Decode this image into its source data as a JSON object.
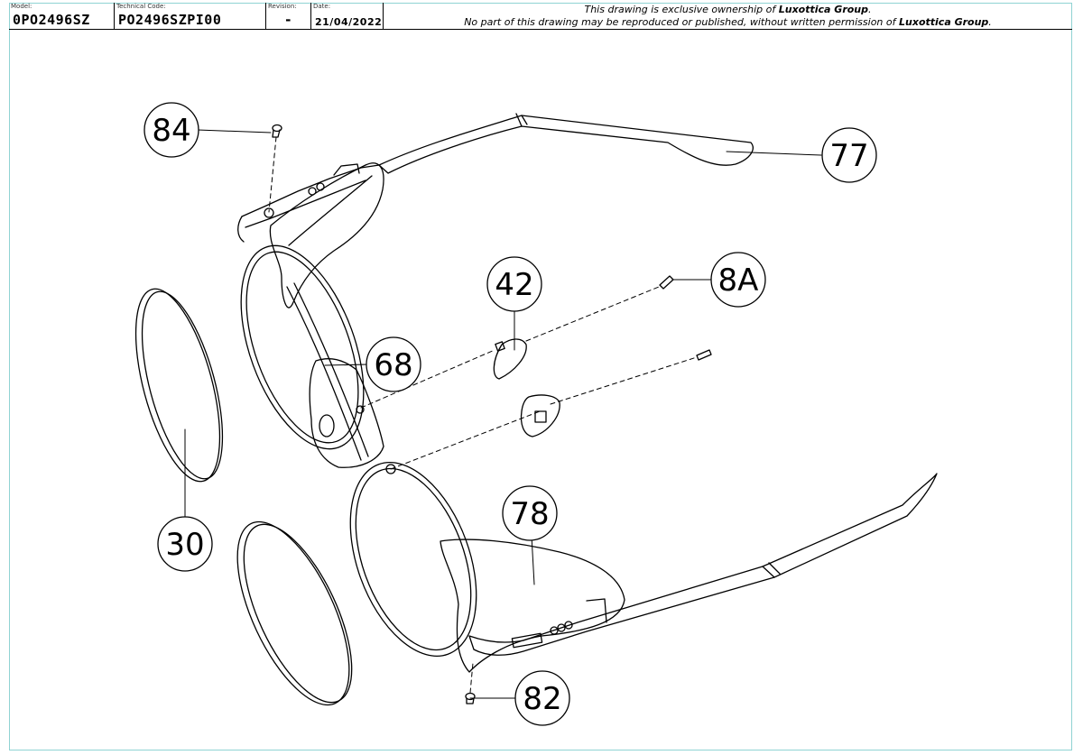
{
  "titleblock": {
    "model_label": "Model:",
    "model_value": "0PO2496SZ",
    "code_label": "Technical Code:",
    "code_value": "PO2496SZPI00",
    "revision_label": "Revision:",
    "revision_value": "-",
    "date_label": "Date:",
    "date_value": "21/04/2022",
    "notice_line1_pre": "This drawing is exclusive ownership of ",
    "notice_line1_company": "Luxottica Group",
    "notice_line1_post": ".",
    "notice_line2_pre": "No part of this drawing may be reproduced or published, without written permission of ",
    "notice_line2_company": "Luxottica Group",
    "notice_line2_post": "."
  },
  "callouts": {
    "c84": "84",
    "c77": "77",
    "c8a": "8A",
    "c42": "42",
    "c68": "68",
    "c30": "30",
    "c78": "78",
    "c82": "82"
  },
  "colors": {
    "frame_border": "#8fd3d3",
    "line": "#000000"
  }
}
